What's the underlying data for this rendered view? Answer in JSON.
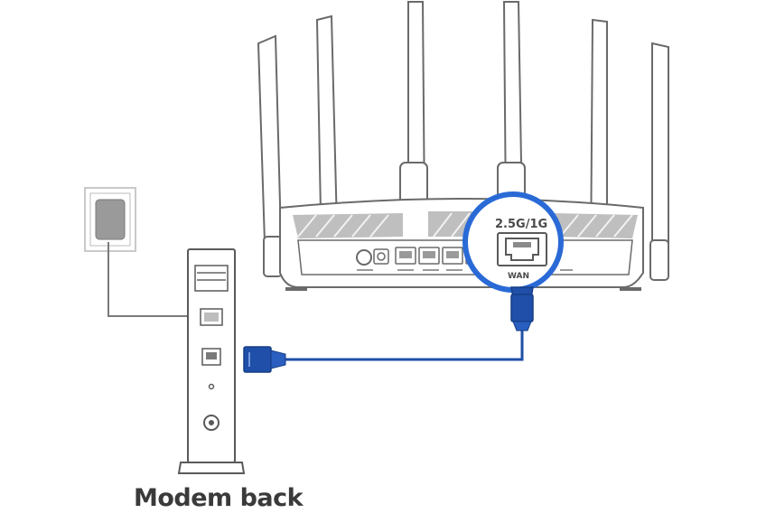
{
  "caption": "Modem back",
  "wan_label": "WAN",
  "callout_top_label": "2.5G/1G",
  "colors": {
    "cable": "#1f4fa8",
    "cable_dark": "#173e86",
    "callout_ring": "#2a6ad6",
    "line": "#6a6a6a",
    "fill_light": "#f4f4f4",
    "outlet_fill": "#c9c9c9",
    "caption": "#3a3a3a"
  }
}
